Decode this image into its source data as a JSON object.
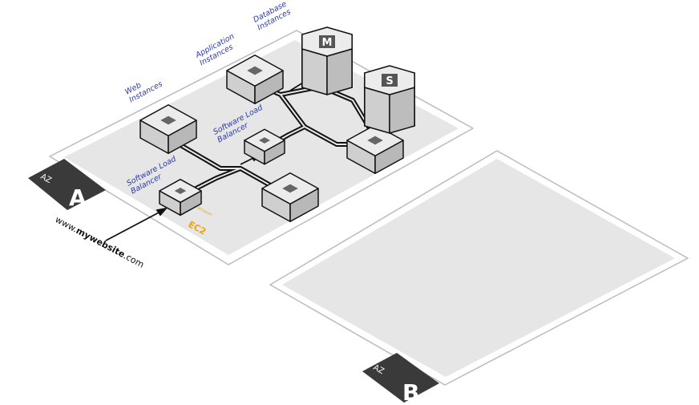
{
  "zones": [
    {
      "prefix": "AZ",
      "letter": "A"
    },
    {
      "prefix": "AZ",
      "letter": "B"
    }
  ],
  "labels": {
    "web_instances": [
      "Web",
      "Instances"
    ],
    "application_instances": [
      "Application",
      "Instances"
    ],
    "database_instances": [
      "Database",
      "Instances"
    ],
    "lb_top": [
      "Software Load",
      "Balancer"
    ],
    "lb_bottom": [
      "Software Load",
      "Balancer"
    ],
    "ec2_small": "Amazon",
    "ec2": "EC2",
    "url_prefix": "www.",
    "url_bold": "mywebsite",
    "url_suffix": ".com"
  },
  "db": {
    "master": "M",
    "slave": "S"
  },
  "colors": {
    "label": "#2a3aa8",
    "ec2": "#f0a30a",
    "tag": "#3a3a3a",
    "platform": "#e6e6e6"
  }
}
